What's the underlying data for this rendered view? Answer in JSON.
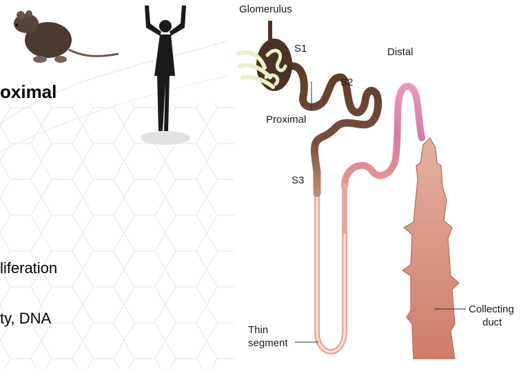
{
  "slide": {
    "heading": "oximal",
    "bullet_1": "liferation",
    "bullet_2": "ty, DNA"
  },
  "diagram": {
    "labels": {
      "glomerulus": "Glomerulus",
      "s1": "S1",
      "s2": "S2",
      "s3": "S3",
      "proximal": "Proximal",
      "distal": "Distal",
      "thin_segment_line1": "Thin",
      "thin_segment_line2": "segment",
      "collecting_line1": "Collecting",
      "collecting_line2": "duct"
    }
  },
  "colors": {
    "proximal_tubule": "#6b4630",
    "glomerulus_vessels": "#e7f1c7",
    "thin_segment": "#eab0a0",
    "distal_tubule": "#d47aa8",
    "collecting_duct": "#d68a76",
    "background_grid": "#e9e9e9"
  },
  "icons": [
    "rat-icon",
    "human-silhouette-icon"
  ]
}
